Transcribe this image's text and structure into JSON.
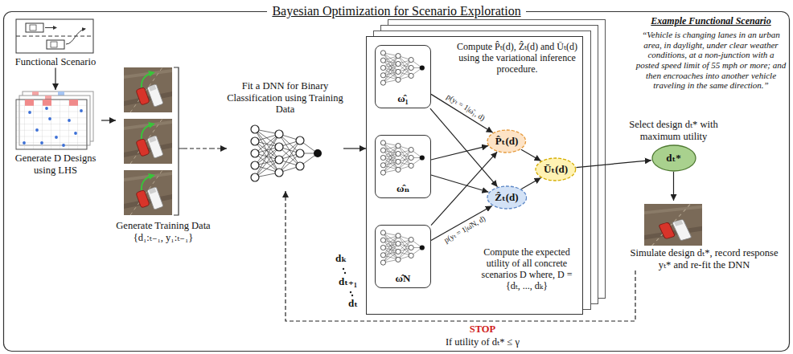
{
  "diagram": {
    "title": "Bayesian Optimization for Scenario Exploration",
    "nodes": [
      {
        "text": [
          "Functional Scenario"
        ]
      },
      {
        "text": [
          "Generate D Designs using LHS"
        ]
      },
      {
        "text": [
          "Generate Training Data {d₁:ₜ₋₁, y₁:ₜ₋₁}"
        ]
      },
      {
        "text": [
          "Fit a DNN for Binary Classification using Training Data"
        ]
      },
      {
        "text": [
          "Compute P̂ₜ(d), Ẑₜ(d) and Ūₜ(d) using the variational inference procedure.",
          "Compute the expected utility of all concrete scenarios D where, D = {dₜ, ..., dₖ}"
        ]
      },
      {
        "text": [
          "ω̂₁"
        ],
        "in": 4
      },
      {
        "text": [
          "ω̂ₙ"
        ],
        "in": 4
      },
      {
        "text": [
          "ω̂N"
        ],
        "in": 4
      },
      {
        "text": [
          "P̂ₜ(d)"
        ],
        "in": 4
      },
      {
        "text": [
          "Ẑₜ(d)"
        ],
        "in": 4
      },
      {
        "text": [
          "Ūₜ(d)"
        ],
        "in": 4
      },
      {
        "text": [
          "Select design dₜ* with maximum utility",
          "dₜ*"
        ]
      },
      {
        "text": [
          "Simulate design dₜ*, record response yₜ* and re-fit the DNN"
        ]
      }
    ],
    "edges": [
      {
        "from": 0,
        "to": 1,
        "arrow": "to"
      },
      {
        "from": 1,
        "to": 2,
        "arrow": "to"
      },
      {
        "from": 2,
        "to": 3,
        "arrow": "to"
      },
      {
        "from": 3,
        "to": 4,
        "arrow": "to"
      },
      {
        "from": 5,
        "to": 8,
        "arrow": "to",
        "label": "p(yₜ = 1|ω̂₁, d)"
      },
      {
        "from": 5,
        "to": 9,
        "arrow": "to"
      },
      {
        "from": 6,
        "to": 8,
        "arrow": "to"
      },
      {
        "from": 6,
        "to": 9,
        "arrow": "to"
      },
      {
        "from": 7,
        "to": 8,
        "arrow": "to"
      },
      {
        "from": 7,
        "to": 9,
        "arrow": "to",
        "label": "p(yₜ = 1|ω̂N, d)"
      },
      {
        "from": 8,
        "to": 10,
        "arrow": "to"
      },
      {
        "from": 9,
        "to": 10,
        "arrow": "to"
      },
      {
        "from": 10,
        "to": 11,
        "arrow": "to"
      },
      {
        "from": 11,
        "to": 12,
        "arrow": "to"
      },
      {
        "from": 12,
        "to": 3,
        "arrow": "to"
      }
    ],
    "labels": [
      "Example Functional Scenario",
      "“Vehicle is changing lanes in an urban area, in daylight, under clear weather conditions, at a non-junction with a posted speed limit of 55 mph or more; and then encroaches into another vehicle traveling in the same direction.”",
      "dₖ",
      "dₜ₊₁",
      "dₜ",
      "STOP",
      "If utility of dₜ* ≤ γ"
    ]
  }
}
